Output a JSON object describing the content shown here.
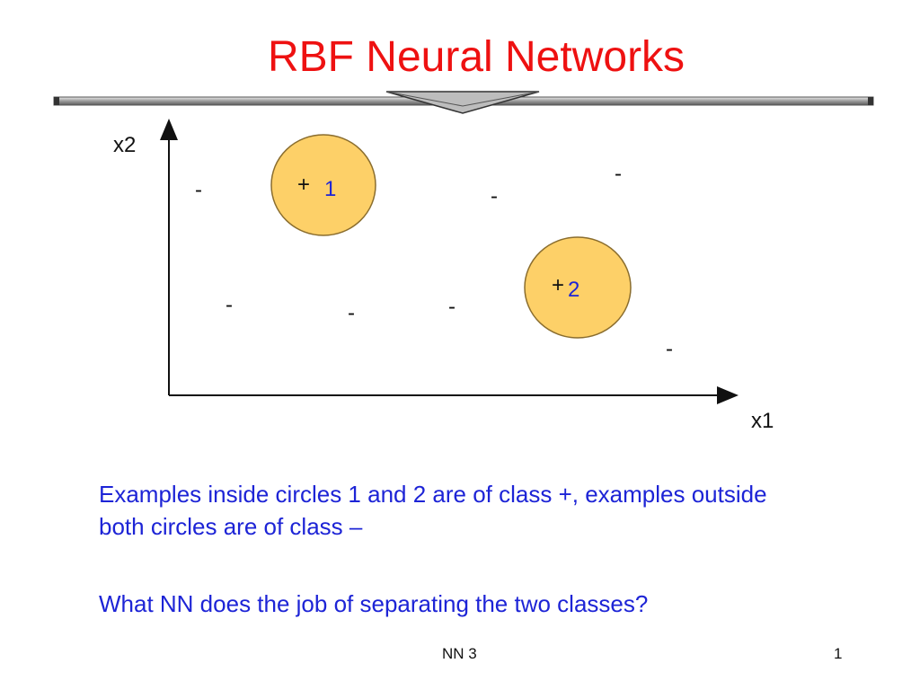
{
  "title": "RBF Neural Networks",
  "diagram": {
    "axis_y_label": "x2",
    "axis_x_label": "x1",
    "circles": [
      {
        "number": "1",
        "plus_label": "+",
        "fill": "#fdd068"
      },
      {
        "number": "2",
        "plus_label": "+",
        "fill": "#fdd068"
      }
    ],
    "minus_points": [
      "-",
      "-",
      "-",
      "-",
      "-",
      "-",
      "-"
    ]
  },
  "body": {
    "paragraph_1": "Examples inside circles 1 and 2 are of class +, examples outside both circles are of class –",
    "paragraph_2": "What NN does the job of separating the two classes?"
  },
  "footer": {
    "center_text": "NN 3",
    "page_number": "1"
  },
  "colors": {
    "title": "#ee1111",
    "body_text": "#1d24d6",
    "circle_fill": "#fdd068",
    "circle_stroke": "#8a6d2e"
  }
}
